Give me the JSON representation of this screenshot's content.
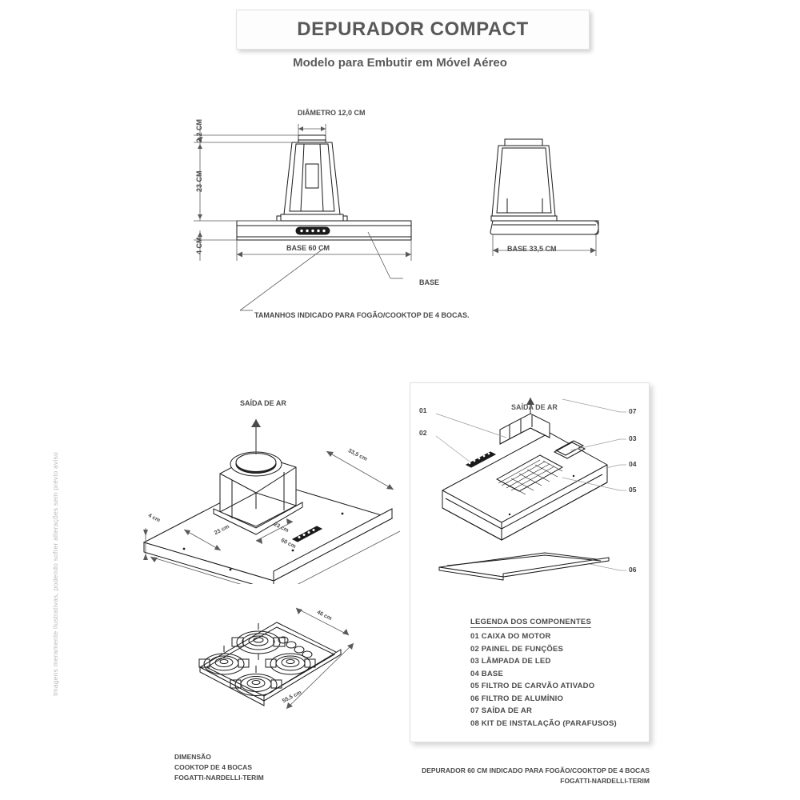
{
  "header": {
    "title": "DEPURADOR COMPACT",
    "subtitle": "Modelo para Embutir em Móvel Aéreo"
  },
  "front_view": {
    "diameter_label": "DIÂMETRO 12,0 CM",
    "height_top": "2,2 CM",
    "height_body": "23 CM",
    "height_base": "4 CM",
    "base_width": "BASE  60 CM",
    "base_callout": "BASE",
    "note": "TAMANHOS INDICADO PARA FOGÃO/COOKTOP DE 4 BOCAS."
  },
  "side_view": {
    "base_depth": "BASE  33,5 CM"
  },
  "iso_view": {
    "air_outlet": "SAÍDA DE AR",
    "depth": "33,5 cm",
    "width": "60 cm",
    "base_height": "4 cm",
    "motor_depth": "23 cm",
    "motor_width": "23 cm"
  },
  "cooktop_view": {
    "depth": "46 cm",
    "width": "55,5 cm"
  },
  "exploded_view": {
    "air_outlet": "SAÍDA DE AR",
    "callouts": [
      {
        "id": "01"
      },
      {
        "id": "02"
      },
      {
        "id": "03"
      },
      {
        "id": "04"
      },
      {
        "id": "05"
      },
      {
        "id": "06"
      },
      {
        "id": "07"
      }
    ]
  },
  "legend": {
    "title": "LEGENDA DOS COMPONENTES",
    "items": [
      "01 CAIXA DO MOTOR",
      "02 PAINEL DE FUNÇÕES",
      "03 LÂMPADA DE LED",
      "04 BASE",
      "05 FILTRO DE CARVÃO ATIVADO",
      "06 FILTRO DE ALUMÍNIO",
      "07 SAÍDA DE AR",
      "08 KIT DE INSTALAÇÃO (PARAFUSOS)"
    ]
  },
  "captions": {
    "left_line1": "DIMENSÃO",
    "left_line2": "COOKTOP DE 4 BOCAS",
    "left_line3": "FOGATTI-NARDELLI-TERIM",
    "right_line1": "DEPURADOR  60 CM INDICADO PARA FOGÃO/COOKTOP DE 4 BOCAS",
    "right_line2": "FOGATTI-NARDELLI-TERIM"
  },
  "disclaimer": "Imagens meramente ilustrativas, podendo sofrer alterações sem prévio aviso",
  "colors": {
    "ink": "#1a1a1a",
    "text": "#4a4a4a",
    "title": "#595959",
    "panel_border": "#e0e0e0",
    "muted": "#b9b9b9"
  }
}
